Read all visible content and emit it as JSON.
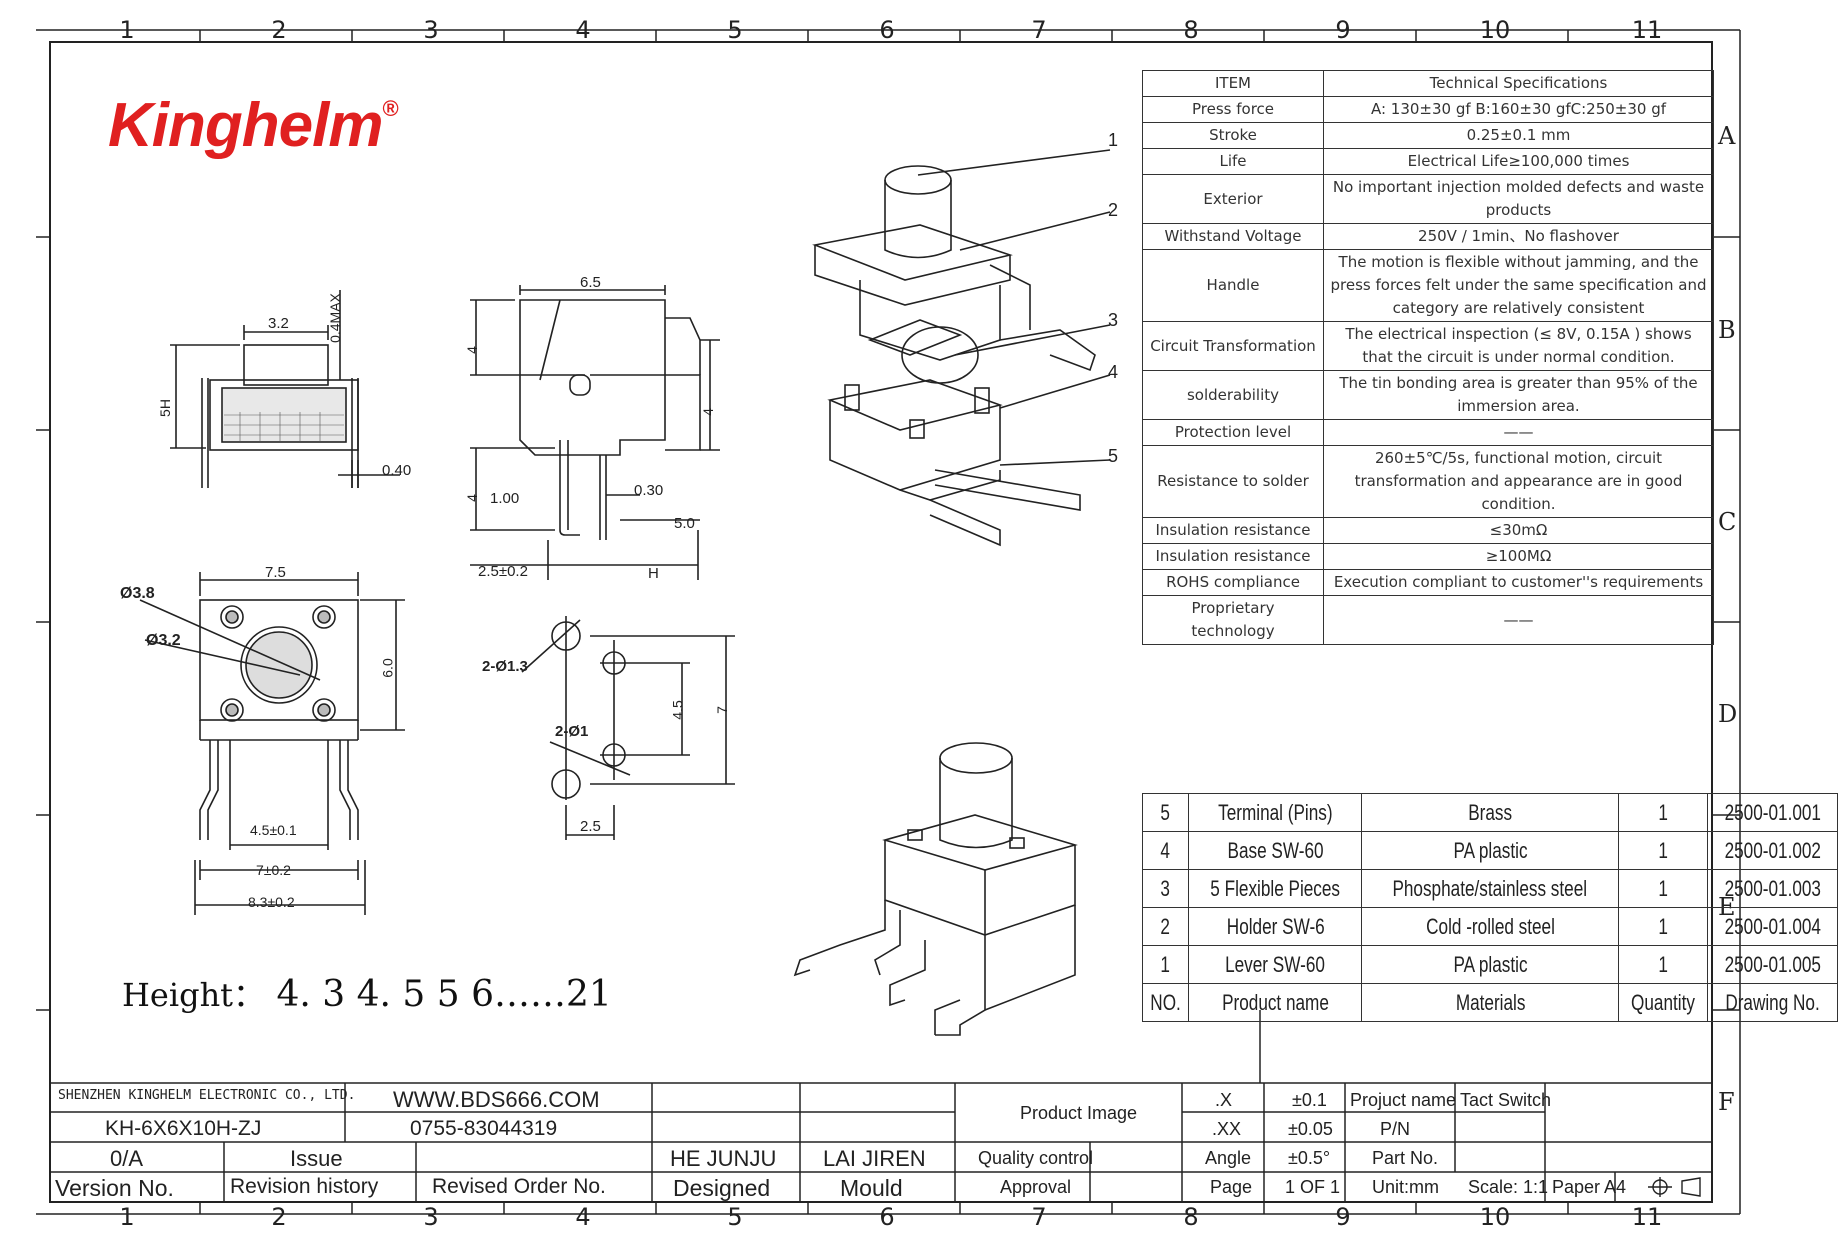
{
  "frame": {
    "columns": [
      "1",
      "2",
      "3",
      "4",
      "5",
      "6",
      "7",
      "8",
      "9",
      "10",
      "11"
    ],
    "rows": [
      "A",
      "B",
      "C",
      "D",
      "E",
      "F"
    ]
  },
  "logo": {
    "text": "Kinghelm",
    "mark": "®"
  },
  "dimensions": {
    "top_view": {
      "w": "3.2",
      "h": "5H",
      "max": "0.4MAX",
      "pin": "0.40"
    },
    "side_view": {
      "w": "6.5",
      "h1": "4",
      "h2": "4",
      "h3": "4",
      "d1": "1.00",
      "d2": "0.30",
      "d3": "5.0",
      "d4": "2.5±0.2",
      "d5": "H"
    },
    "front_view": {
      "w": "7.5",
      "d1": "Ø3.8",
      "d2": "Ø3.2",
      "h": "6.0",
      "p1": "4.5±0.1",
      "p2": "7±0.2",
      "p3": "8.3±0.2"
    },
    "pcb": {
      "a": "2-Ø1.3",
      "b": "2-Ø1",
      "h1": "4.5",
      "h2": "7",
      "w": "2.5"
    },
    "exploded": [
      "1",
      "2",
      "3",
      "4",
      "5"
    ]
  },
  "spec_table": {
    "header": [
      "ITEM",
      "Technical Specifications"
    ],
    "rows": [
      [
        "Press force",
        "A: 130±30 gf B:160±30 gfC:250±30 gf"
      ],
      [
        "Stroke",
        "0.25±0.1 mm"
      ],
      [
        "Life",
        "Electrical Life≥100,000 times"
      ],
      [
        "Exterior",
        "No important injection molded defects and waste products"
      ],
      [
        "Withstand Voltage",
        "250V / 1min、No flashover"
      ],
      [
        "Handle",
        "The motion is flexible without jamming, and the press forces felt under the same specification and category are relatively consistent"
      ],
      [
        "Circuit Transformation",
        "The electrical inspection (≤ 8V, 0.15A ) shows that the circuit is under normal condition."
      ],
      [
        "solderability",
        "The tin bonding area is greater than 95% of the immersion area."
      ],
      [
        "Protection level",
        "——"
      ],
      [
        "Resistance to solder",
        "260±5℃/5s, functional motion, circuit transformation and appearance are in good condition."
      ],
      [
        "Insulation resistance",
        "≤30mΩ"
      ],
      [
        "Insulation resistance",
        "≥100MΩ"
      ],
      [
        "ROHS compliance",
        "Execution compliant to customer''s requirements"
      ],
      [
        "Proprietary technology",
        "——"
      ]
    ]
  },
  "bom_table": {
    "rows": [
      [
        "5",
        "Terminal (Pins)",
        "Brass",
        "1",
        "2500-01.001"
      ],
      [
        "4",
        "Base SW-60",
        "PA plastic",
        "1",
        "2500-01.002"
      ],
      [
        "3",
        "5 Flexible Pieces",
        "Phosphate/stainless steel",
        "1",
        "2500-01.003"
      ],
      [
        "2",
        "Holder SW-6",
        "Cold -rolled steel",
        "1",
        "2500-01.004"
      ],
      [
        "1",
        "Lever SW-60",
        "PA plastic",
        "1",
        "2500-01.005"
      ]
    ],
    "header": [
      "NO.",
      "Product name",
      "Materials",
      "Quantity",
      "Drawing No."
    ]
  },
  "height_line": {
    "label": "Height：",
    "values": "4. 3  4. 5  5  6……21"
  },
  "title_block": {
    "company": "SHENZHEN KINGHELM ELECTRONIC CO., LTD.",
    "website": "WWW.BDS666.COM",
    "part": "KH-6X6X10H-ZJ",
    "phone": "0755-83044319",
    "version": "0/A",
    "issue": "Issue",
    "designer": "HE JUNJU",
    "mould_name": "LAI JIREN",
    "version_label": "Version No.",
    "revision_label": "Revision history",
    "revised_label": "Revised Order No.",
    "designed_label": "Designed",
    "mould_label": "Mould",
    "product_image": "Product Image",
    "quality": "Quality control",
    "approval": "Approval",
    "tol_x": ".X",
    "tol_x_val": "±0.1",
    "tol_xx": ".XX",
    "tol_xx_val": "±0.05",
    "angle": "Angle",
    "angle_val": "±0.5°",
    "page": "Page",
    "page_val": "1 OF 1",
    "project_label": "Projuct name",
    "project_val": "Tact Switch",
    "pn": "P/N",
    "part_no": "Part No.",
    "unit": "Unit:mm",
    "scale": "Scale: 1:1",
    "paper": "Paper A4"
  }
}
